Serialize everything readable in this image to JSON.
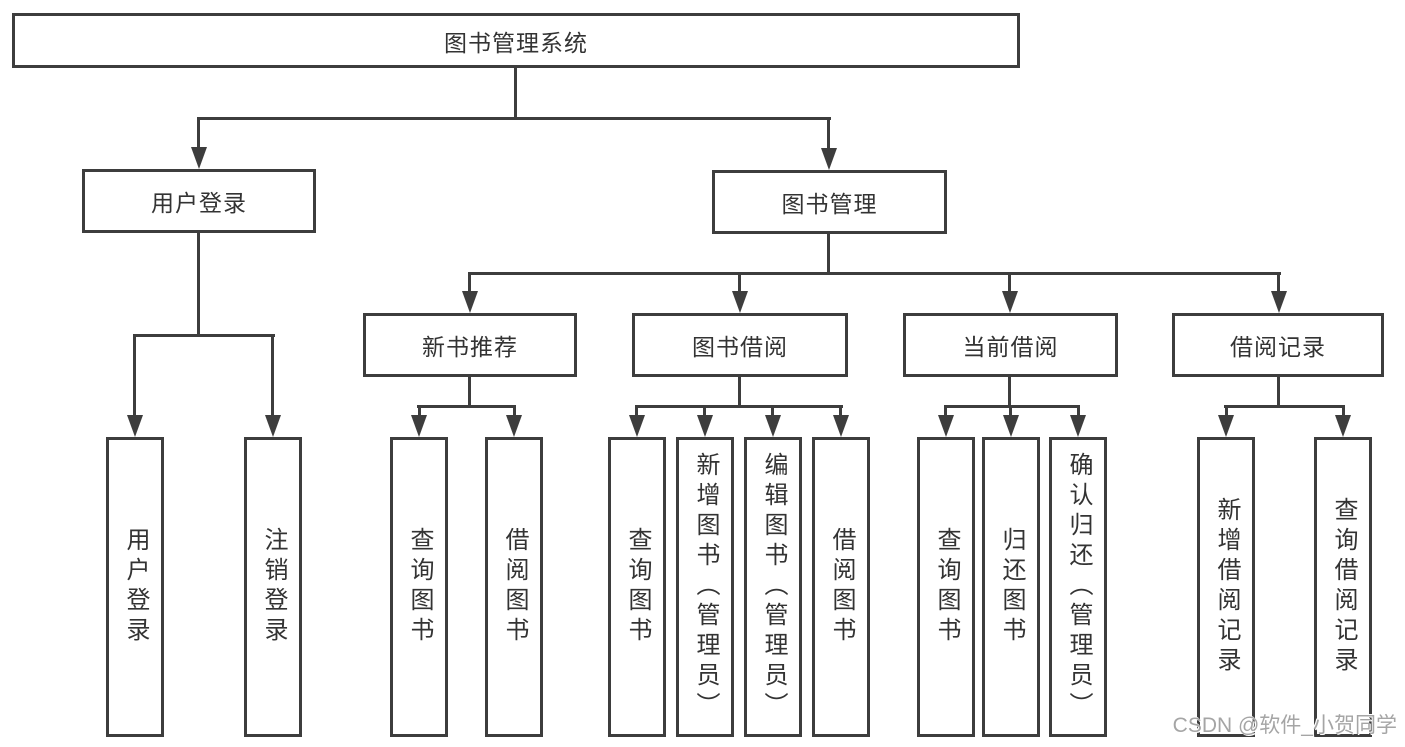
{
  "tree": {
    "root": {
      "label": "图书管理系统"
    },
    "user_login": {
      "label": "用户登录",
      "children": [
        {
          "label": "用户登录"
        },
        {
          "label": "注销登录"
        }
      ]
    },
    "book_management": {
      "label": "图书管理",
      "children": [
        {
          "label": "新书推荐",
          "children": [
            {
              "label": "查询图书"
            },
            {
              "label": "借阅图书"
            }
          ]
        },
        {
          "label": "图书借阅",
          "children": [
            {
              "label": "查询图书"
            },
            {
              "label": "新增图书（管理员）"
            },
            {
              "label": "编辑图书（管理员）"
            },
            {
              "label": "借阅图书"
            }
          ]
        },
        {
          "label": "当前借阅",
          "children": [
            {
              "label": "查询图书"
            },
            {
              "label": "归还图书"
            },
            {
              "label": "确认归还（管理员）"
            }
          ]
        },
        {
          "label": "借阅记录",
          "children": [
            {
              "label": "新增借阅记录"
            },
            {
              "label": "查询借阅记录"
            }
          ]
        }
      ]
    }
  },
  "watermark": {
    "text": "CSDN @软件_小贺同学"
  },
  "colors": {
    "line": "#3d3d3d",
    "text": "#333333",
    "background": "#ffffff",
    "watermark": "#a5a5a5"
  }
}
